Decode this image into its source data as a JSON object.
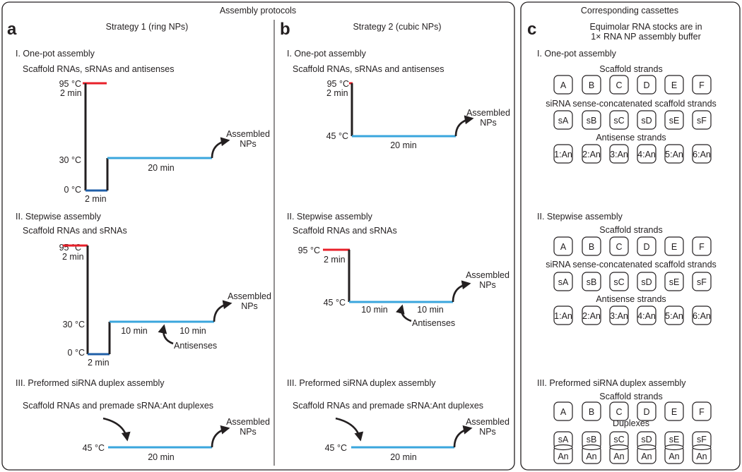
{
  "colors": {
    "hot": "#e8202a",
    "hold": "#231f20",
    "cold": "#1f5fa8",
    "anneal": "#3aa6dd"
  },
  "header": {
    "left_title": "Assembly protocols",
    "right_title": "Corresponding cassettes"
  },
  "panels": {
    "a": {
      "letter": "a",
      "title": "Strategy 1 (ring NPs)"
    },
    "b": {
      "letter": "b",
      "title": "Strategy 2 (cubic NPs)"
    },
    "c": {
      "letter": "c",
      "intro_line1": "Equimolar RNA stocks are in",
      "intro_line2": "1× RNA NP assembly buffer"
    }
  },
  "protocols": {
    "one_pot": {
      "title": "I. One-pot assembly",
      "sub": "Scaffold RNAs, sRNAs and antisenses"
    },
    "stepwise": {
      "title": "II. Stepwise assembly",
      "sub": "Scaffold RNAs and sRNAs"
    },
    "preformed": {
      "title": "III. Preformed siRNA duplex assembly",
      "sub": "Scaffold RNAs and premade sRNA:Ant duplexes"
    }
  },
  "labels": {
    "t95": "95 °C",
    "t45": "45 °C",
    "t30": "30 °C",
    "t0": "0 °C",
    "two_min": "2 min",
    "twenty_min": "20 min",
    "ten_min": "10 min",
    "assembled": "Assembled",
    "nps": "NPs",
    "antisenses": "Antisenses"
  },
  "cassettes": {
    "scaffold_title": "Scaffold strands",
    "sense_title": "siRNA sense-concatenated scaffold strands",
    "antisense_title": "Antisense strands",
    "duplex_title": "Duplexes",
    "scaffold": [
      "A",
      "B",
      "C",
      "D",
      "E",
      "F"
    ],
    "sense": [
      "sA",
      "sB",
      "sC",
      "sD",
      "sE",
      "sF"
    ],
    "antisense": [
      "1:An",
      "2:An",
      "3:An",
      "4:An",
      "5:An",
      "6:An"
    ],
    "duplex_bottom": [
      "An",
      "An",
      "An",
      "An",
      "An",
      "An"
    ]
  }
}
